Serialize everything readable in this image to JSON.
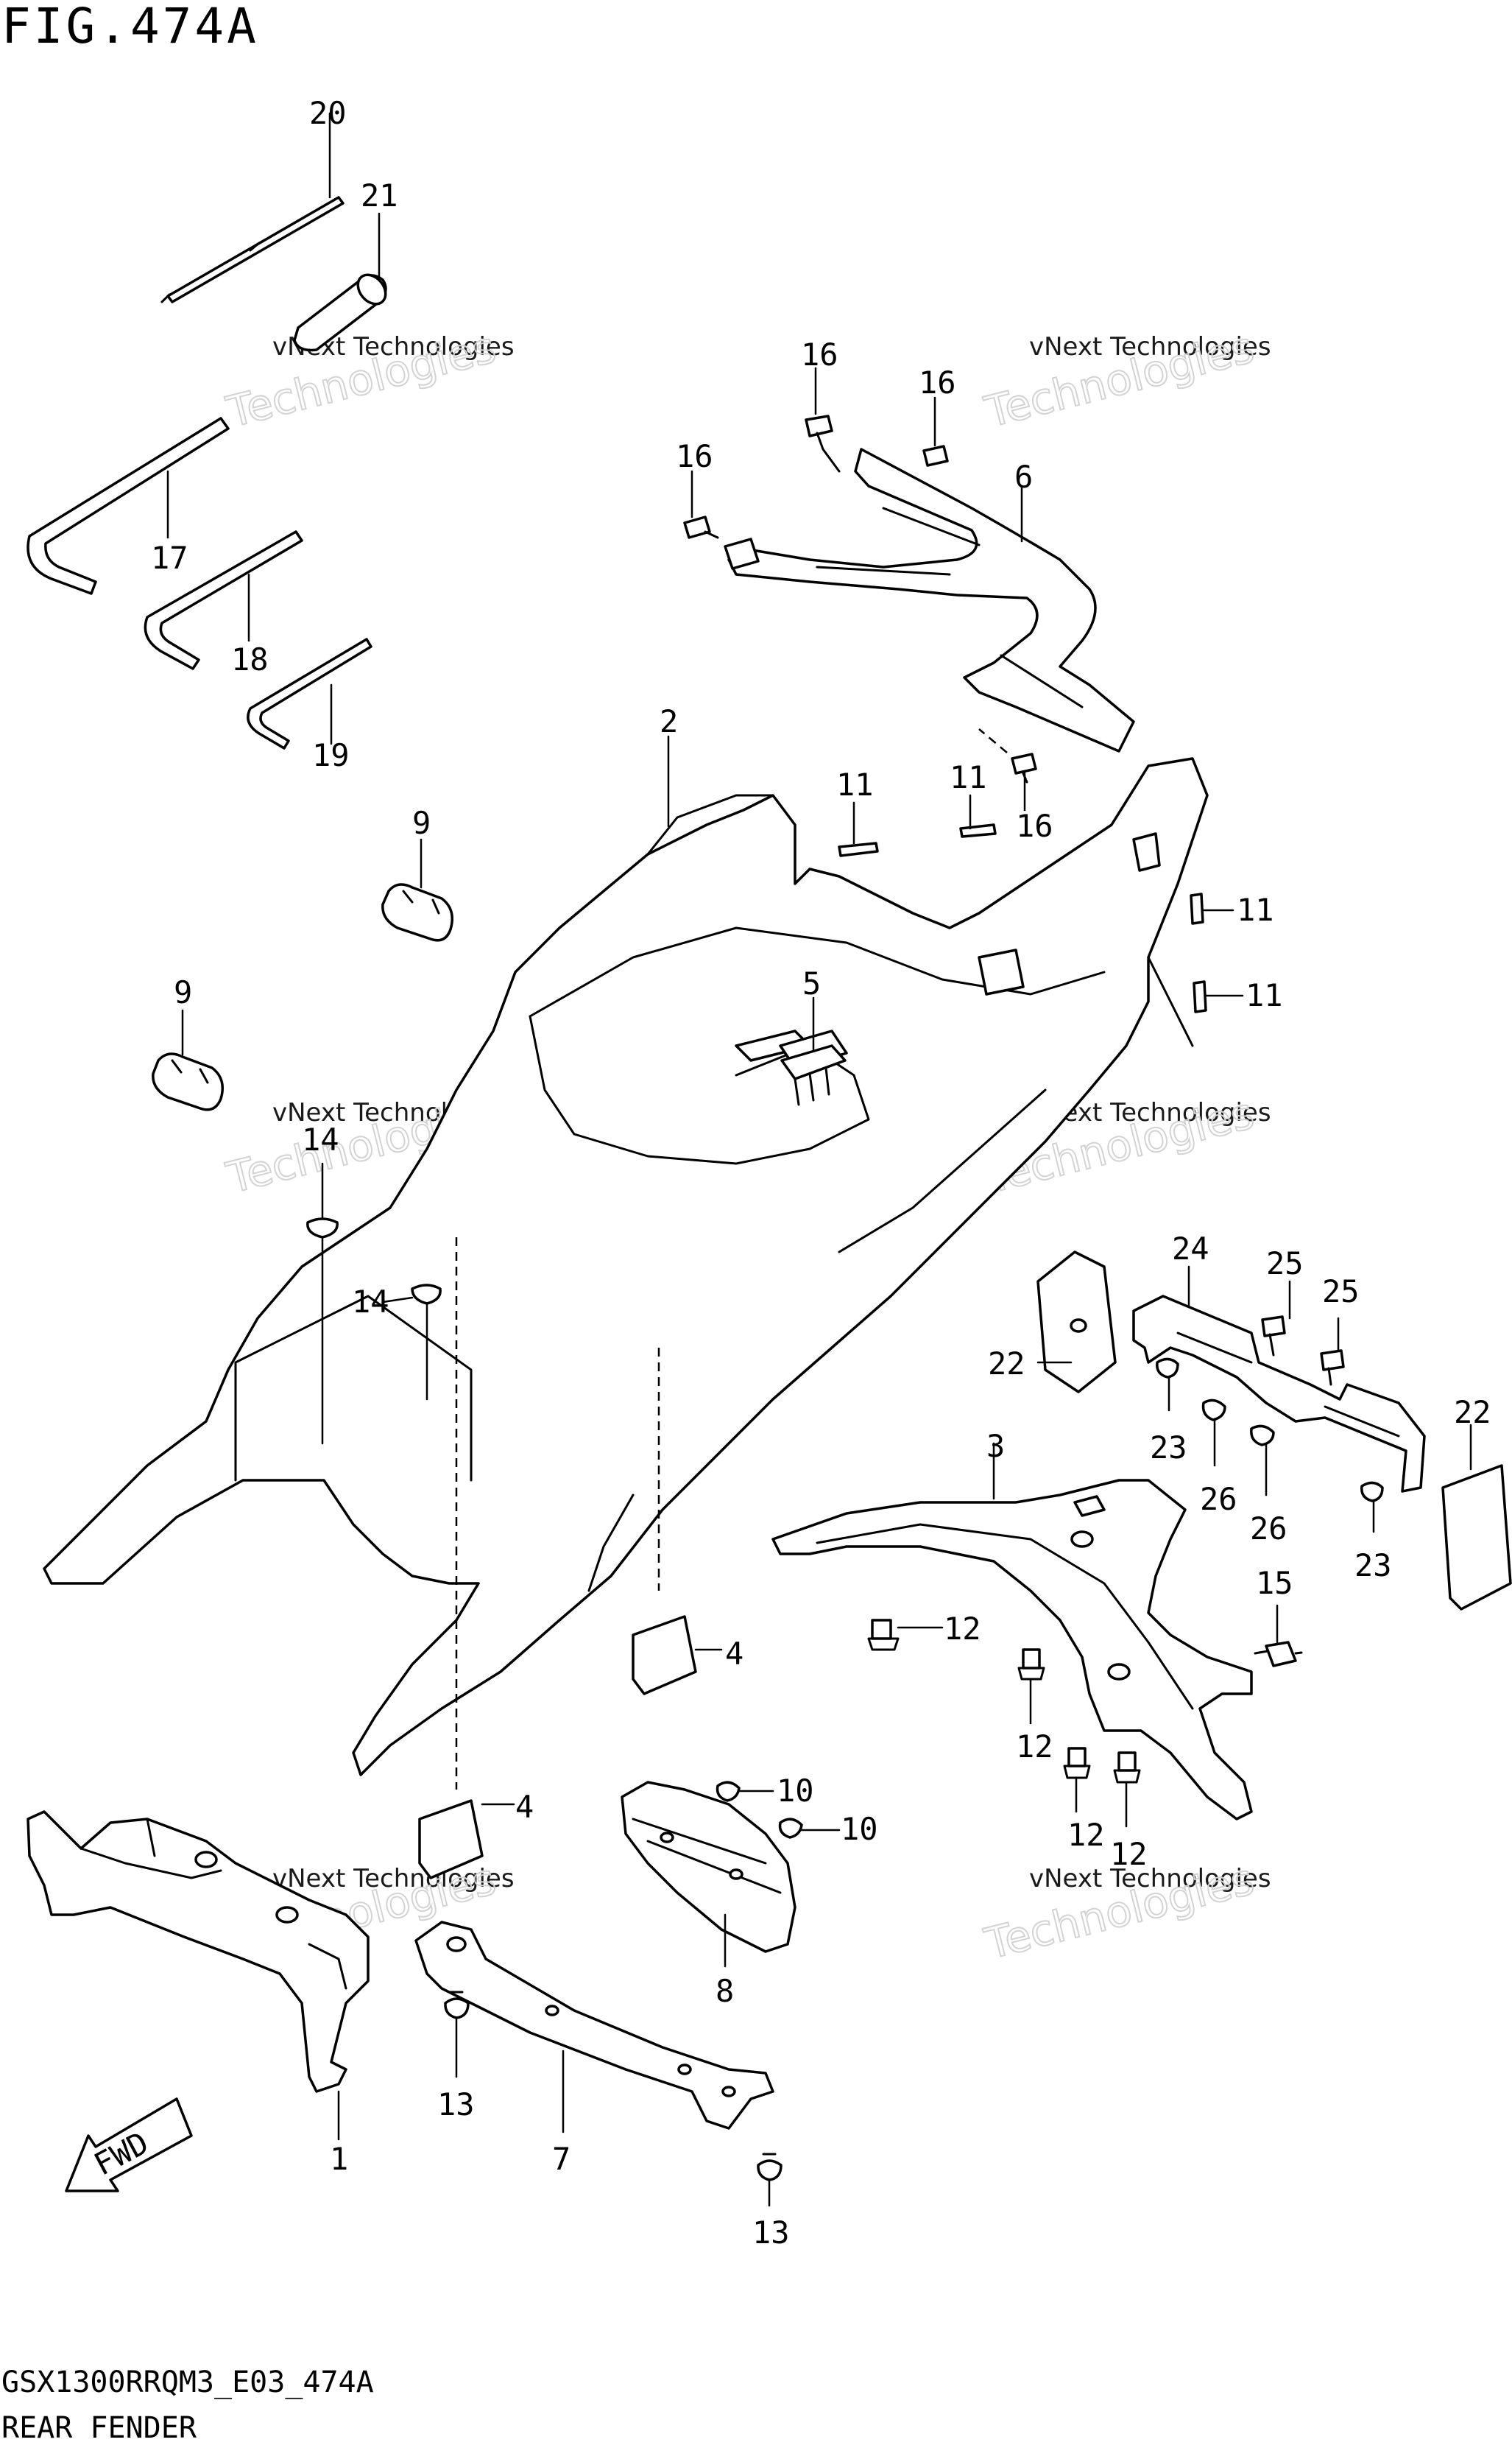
{
  "header": {
    "title": "FIG.474A"
  },
  "footer": {
    "code": "GSX1300RRQM3_E03_474A",
    "caption": "REAR FENDER"
  },
  "watermark": {
    "line1": "vNext Technologies",
    "line2": "Technologies"
  },
  "fwd_label": "FWD",
  "callouts": {
    "c1": "1",
    "c2": "2",
    "c3": "3",
    "c4a": "4",
    "c4b": "4",
    "c5": "5",
    "c6": "6",
    "c7": "7",
    "c8": "8",
    "c9a": "9",
    "c9b": "9",
    "c10a": "10",
    "c10b": "10",
    "c11a": "11",
    "c11b": "11",
    "c11c": "11",
    "c11d": "11",
    "c12a": "12",
    "c12b": "12",
    "c12c": "12",
    "c12d": "12",
    "c13a": "13",
    "c13b": "13",
    "c14a": "14",
    "c14b": "14",
    "c15": "15",
    "c16a": "16",
    "c16b": "16",
    "c16c": "16",
    "c16d": "16",
    "c17": "17",
    "c18": "18",
    "c19": "19",
    "c20": "20",
    "c21": "21",
    "c22a": "22",
    "c22b": "22",
    "c23a": "23",
    "c23b": "23",
    "c24": "24",
    "c25a": "25",
    "c25b": "25",
    "c26a": "26",
    "c26b": "26"
  }
}
